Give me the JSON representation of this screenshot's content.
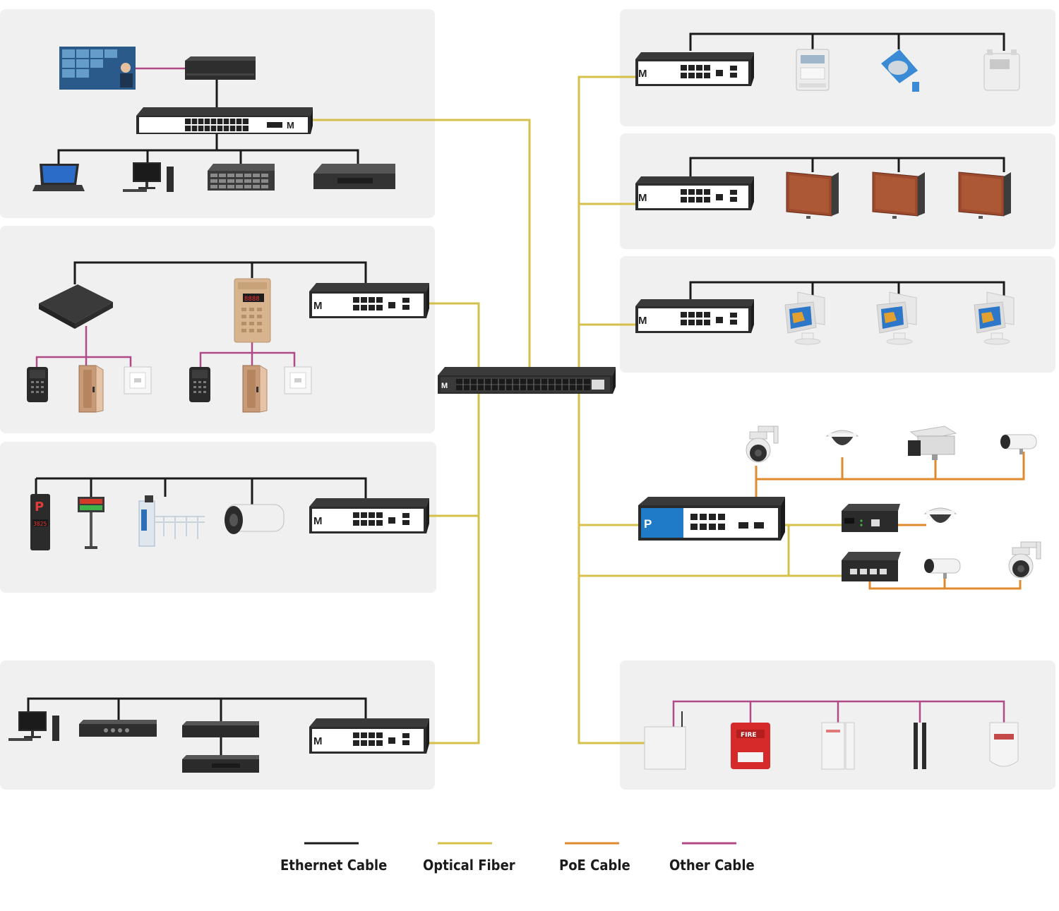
{
  "colors": {
    "ethernet": "#1a1a1a",
    "optical": "#d4c04a",
    "poe": "#e08a2e",
    "other": "#b04a86",
    "panel": "#f0f0f0",
    "switch_body": "#2c2c2c",
    "switch_face": "#ffffff"
  },
  "legend": [
    {
      "label": "Ethernet Cable",
      "color_key": "ethernet"
    },
    {
      "label": "Optical Fiber",
      "color_key": "optical"
    },
    {
      "label": "PoE Cable",
      "color_key": "poe"
    },
    {
      "label": "Other Cable",
      "color_key": "other"
    }
  ],
  "devices": {
    "switch_brand_letter": "M",
    "poe_switch_letter": "P",
    "door_station_display": "8888",
    "parking_sign_letter": "P",
    "parking_sign_number": "3825",
    "fire_alarm_label": "FIRE"
  },
  "icons": [
    "video-wall-icon",
    "nvr-icon",
    "core-switch-icon",
    "laptop-icon",
    "desktop-pc-icon",
    "storage-server-icon",
    "router-icon",
    "access-controller-icon",
    "door-station-icon",
    "card-reader-icon",
    "door-icon",
    "exit-button-icon",
    "parking-sign-icon",
    "led-display-icon",
    "barrier-gate-icon",
    "bullet-camera-icon",
    "amplifier-icon",
    "electric-meter-icon",
    "water-meter-icon",
    "gas-meter-icon",
    "led-screen-icon",
    "kiosk-icon",
    "ptz-camera-icon",
    "dome-camera-icon",
    "box-camera-icon",
    "media-converter-icon",
    "alarm-panel-icon",
    "fire-alarm-icon",
    "door-sensor-icon",
    "beam-detector-icon",
    "motion-detector-icon"
  ]
}
